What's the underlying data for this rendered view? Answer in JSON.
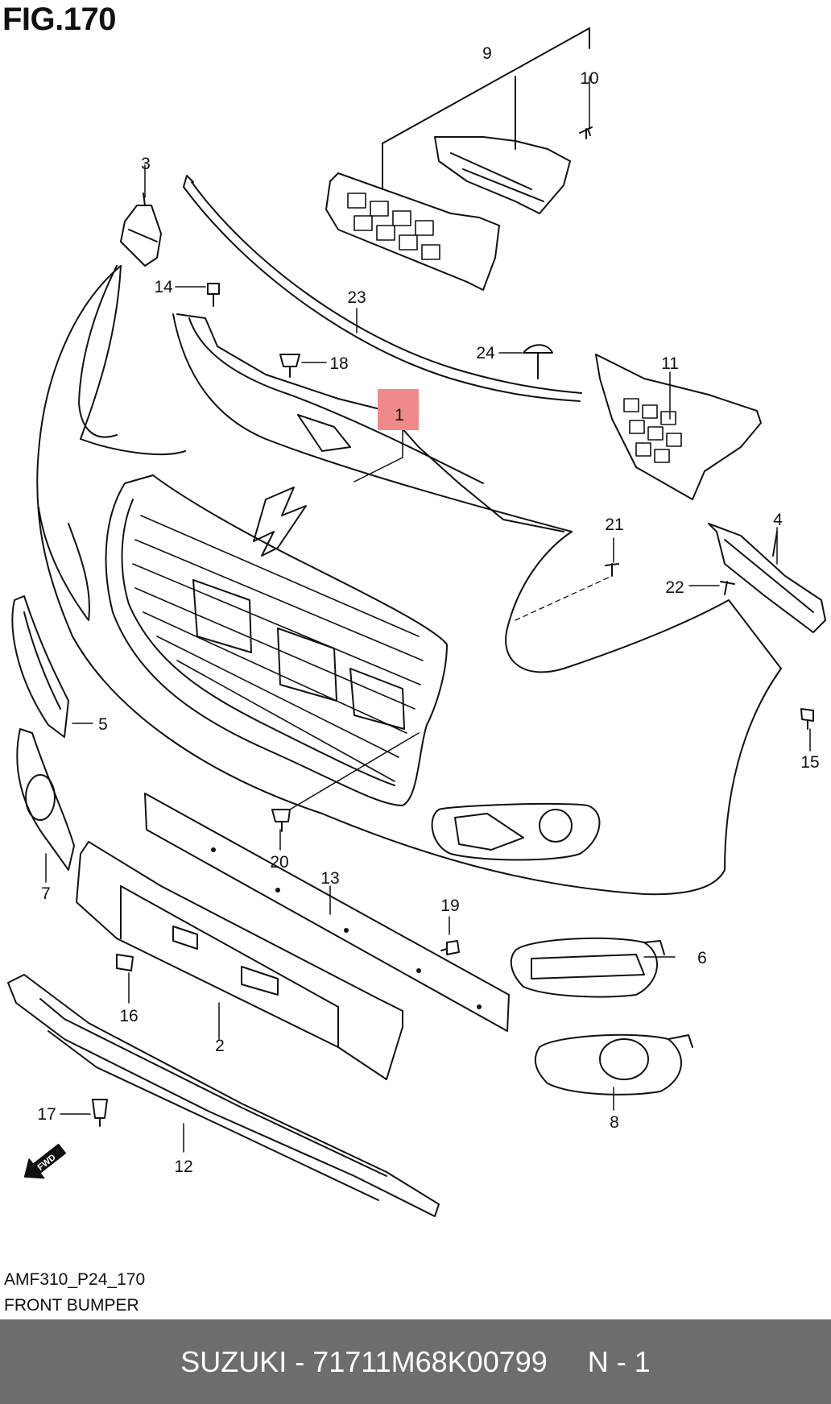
{
  "figure": {
    "title": "FIG.170",
    "code": "AMF310_P24_170",
    "caption": "FRONT BUMPER",
    "fwd_marker": "FWD",
    "highlight_color": "#f08a8a",
    "callouts": [
      "1",
      "2",
      "3",
      "4",
      "5",
      "6",
      "7",
      "8",
      "9",
      "10",
      "11",
      "12",
      "13",
      "14",
      "15",
      "16",
      "17",
      "18",
      "19",
      "20",
      "21",
      "22",
      "23",
      "24"
    ],
    "highlighted_callout": "1"
  },
  "footer": {
    "background": "#6d6d6d",
    "text": "SUZUKI - 71711M68K00799     N - 1"
  }
}
